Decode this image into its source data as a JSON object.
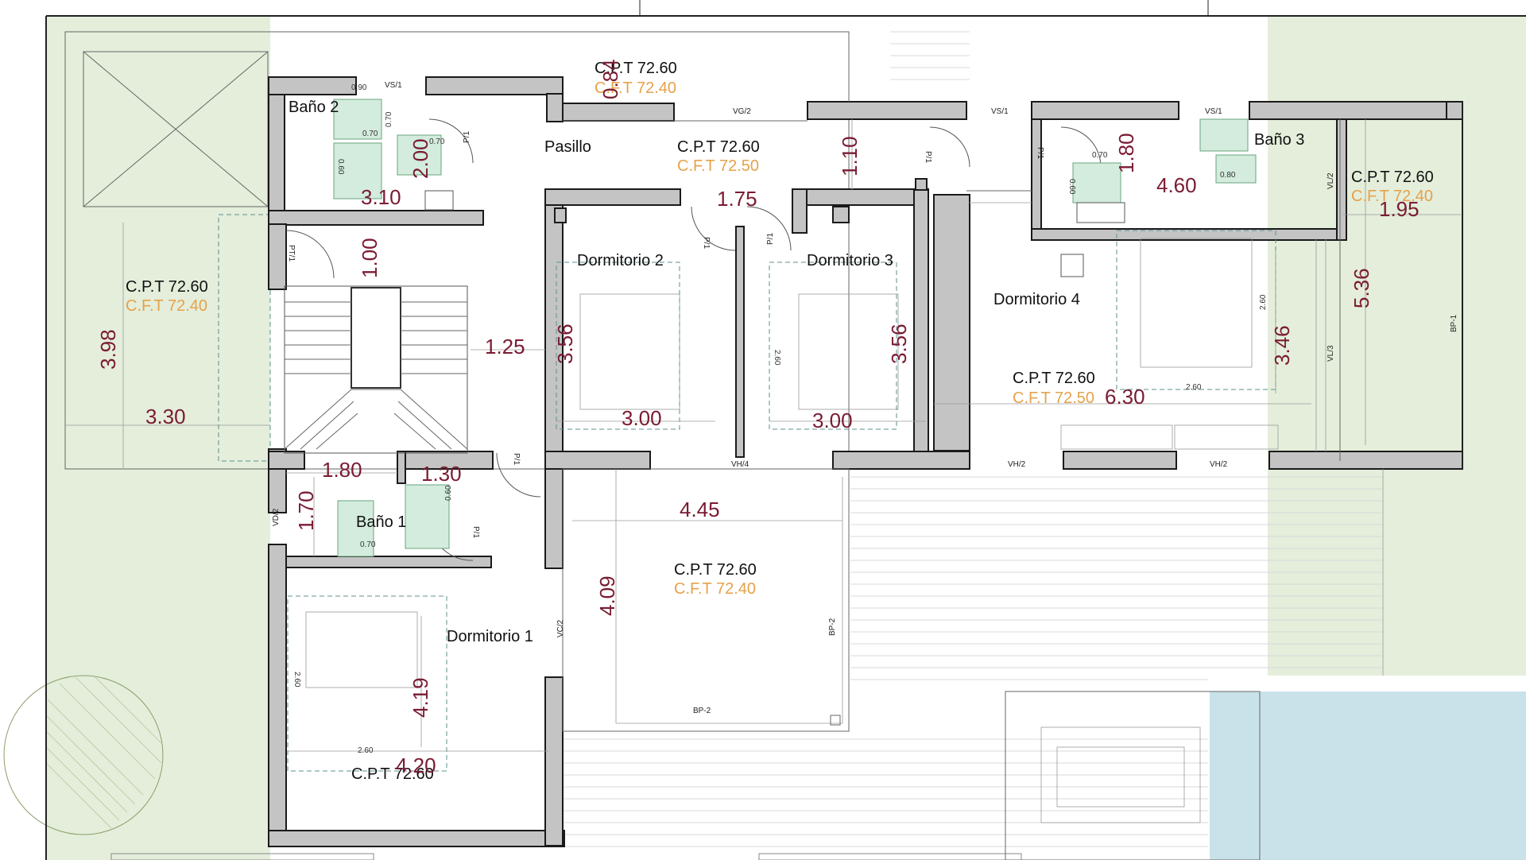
{
  "colors": {
    "dimension_text": "#7a1b32",
    "level_finished_text": "#e6a24a",
    "wall_fill": "#c4c4c4",
    "garden": "#e4eedb",
    "pool": "#c9e2ea"
  },
  "rooms": {
    "bano2": "Baño 2",
    "bano1": "Baño 1",
    "bano3": "Baño 3",
    "pasillo": "Pasillo",
    "dorm1": "Dormitorio 1",
    "dorm2": "Dormitorio 2",
    "dorm3": "Dormitorio 3",
    "dorm4": "Dormitorio 4"
  },
  "levels": {
    "top_cpt": "C.P.T 72.60",
    "top_cft": "C.F.T 72.40",
    "pasillo_cpt": "C.P.T 72.60",
    "pasillo_cft": "C.F.T 72.50",
    "left_cpt": "C.P.T 72.60",
    "left_cft": "C.F.T 72.40",
    "right_cpt": "C.P.T 72.60",
    "right_cft": "C.F.T 72.40",
    "dorm4_cpt": "C.P.T 72.60",
    "dorm4_cft": "C.F.T 72.50",
    "terrace_cpt": "C.P.T 72.60",
    "terrace_cft": "C.F.T 72.40",
    "dorm1_cpt": "C.P.T 72.60"
  },
  "dimensions": {
    "d084": "0.84",
    "d200": "2.00",
    "d310": "3.10",
    "d110": "1.10",
    "d175": "1.75",
    "d180": "1.80",
    "d460": "4.60",
    "d195": "1.95",
    "d100": "1.00",
    "d398": "3.98",
    "d330": "3.30",
    "d125": "1.25",
    "d356a": "3.56",
    "d300a": "3.00",
    "d356b": "3.56",
    "d300b": "3.00",
    "d536": "5.36",
    "d346": "3.46",
    "d630": "6.30",
    "d180b": "1.80",
    "d130": "1.30",
    "d170": "1.70",
    "d445": "4.45",
    "d409": "4.09",
    "d419": "4.19",
    "d420": "4.20"
  },
  "tags": {
    "vs1a": "VS/1",
    "vg2": "VG/2",
    "vs1b": "VS/1",
    "vs1c": "VS/1",
    "p1a": "P/1",
    "p1b": "P/1",
    "p1c": "P/1",
    "p1d": "P/1",
    "p1e": "P/1",
    "p1f": "P/1",
    "pt1": "PT/1",
    "p1g": "P/1",
    "vl2": "VL/2",
    "vl3": "VL/3",
    "bp1": "BP-1",
    "vh4": "VH/4",
    "vh2a": "VH/2",
    "vh2b": "VH/2",
    "vd2": "VD/2",
    "vc2": "VC/2",
    "bp2a": "BP-2",
    "bp2b": "BP-2"
  },
  "small_dims": {
    "s260a": "2.60",
    "s260b": "2.60",
    "s260c": "2.60",
    "s260d": "2.60",
    "s260e": "2.60",
    "s070a": "0.70",
    "s070b": "0.70",
    "s070c": "0.70",
    "s090a": "0.90",
    "s060a": "0.60",
    "s070d": "0.70",
    "s060b": "0.60",
    "s080a": "0.80",
    "s070e": "0.70",
    "s060c": "0.60"
  }
}
